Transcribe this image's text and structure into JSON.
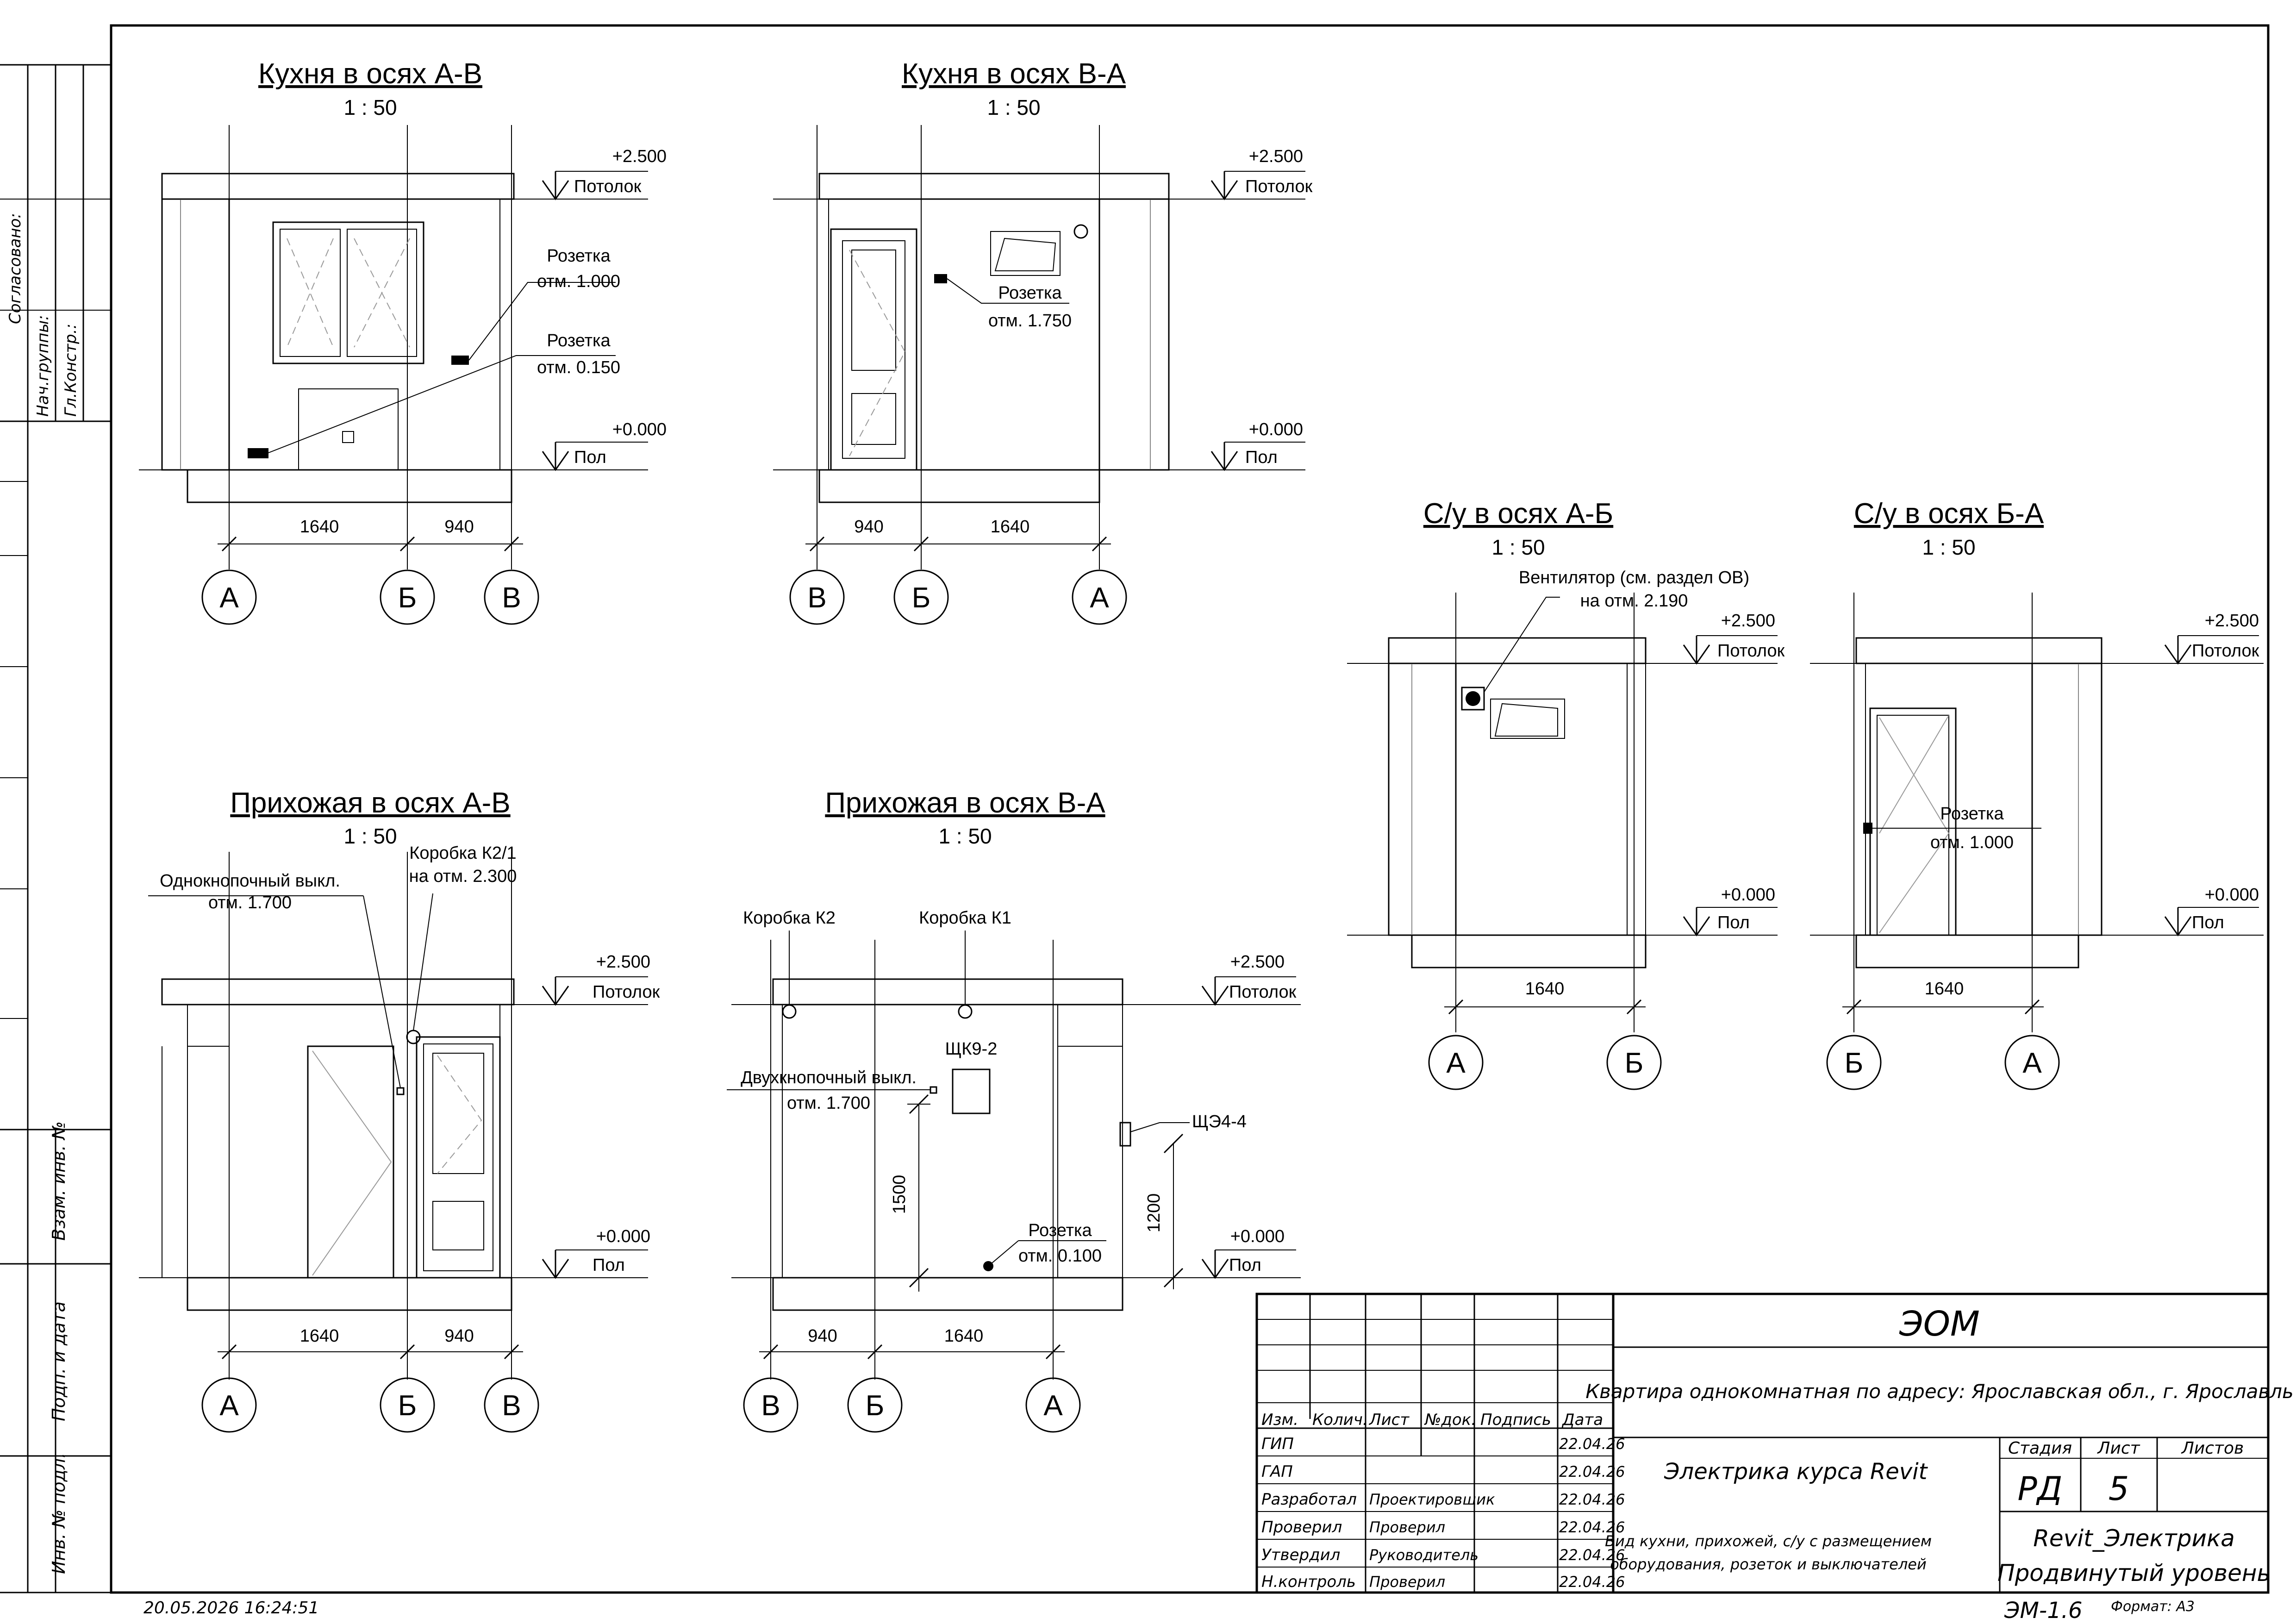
{
  "views": {
    "kitchen_ab": {
      "title": "Кухня в осях А-В",
      "scale": "1 : 50"
    },
    "kitchen_ba": {
      "title": "Кухня в осях В-А",
      "scale": "1 : 50"
    },
    "bath_ab": {
      "title": "С/у в осях А-Б",
      "scale": "1 : 50"
    },
    "bath_ba": {
      "title": "С/у в осях Б-А",
      "scale": "1 : 50"
    },
    "hall_ab": {
      "title": "Прихожая в осях А-В",
      "scale": "1 : 50"
    },
    "hall_ba": {
      "title": "Прихожая в осях В-А",
      "scale": "1 : 50"
    }
  },
  "levels": {
    "top_value": "+2.500",
    "top_name": "Потолок",
    "bottom_value": "+0.000",
    "bottom_name": "Пол"
  },
  "axes": {
    "a": "А",
    "b": "Б",
    "v": "В"
  },
  "dims": {
    "d1640": "1640",
    "d940": "940",
    "d1500": "1500",
    "d1200": "1200"
  },
  "tags": {
    "socket": "Розетка",
    "elev_1000": "отм. 1.000",
    "elev_0150": "отм. 0.150",
    "elev_1750": "отм. 1.750",
    "elev_0100": "отм. 0.100",
    "elev_1700": "отм. 1.700",
    "fan_1": "Вентилятор (см. раздел ОВ)",
    "fan_2": "на отм. 2.190",
    "switch_1": "Однокнопочный выкл.",
    "switch_2": "Двухкнопочный выкл.",
    "box_k21": "Коробка К2/1",
    "box_k21_elev": "на отм. 2.300",
    "box_k2": "Коробка К2",
    "box_k1": "Коробка К1",
    "panel_shk": "ЩК9-2",
    "panel_she": "ЩЭ4-4"
  },
  "side_stamp": {
    "agreed": "Согласовано:",
    "group_head": "Нач.группы:",
    "chief": "Гл.Констр.:",
    "replace": "Взам. инв. №",
    "sign_date": "Подп. и дата",
    "inv": "Инв. № подл."
  },
  "title_block": {
    "code": "ЭОМ",
    "address": "Квартира однокомнатная по адресу: Ярославская обл., г. Ярославль",
    "columns": [
      "Изм.",
      "Колич.",
      "Лист",
      "№док.",
      "Подпись",
      "Дата"
    ],
    "rows": [
      {
        "role": "ГИП",
        "name": "",
        "date": "22.04.26"
      },
      {
        "role": "ГАП",
        "name": "",
        "date": "22.04.26"
      },
      {
        "role": "Разработал",
        "name": "Проектировщик",
        "date": "22.04.26"
      },
      {
        "role": "Проверил",
        "name": "Проверил",
        "date": "22.04.26"
      },
      {
        "role": "Утвердил",
        "name": "Руководитель",
        "date": "22.04.26"
      },
      {
        "role": "Н.контроль",
        "name": "Проверил",
        "date": "22.04.26"
      }
    ],
    "project": "Электрика курса Revit",
    "sheet_desc_1": "Вид кухни, прихожей, с/у с размещением",
    "sheet_desc_2": "оборудования, розеток и выключателей",
    "stage_label": "Стадия",
    "sheet_label": "Лист",
    "sheets_label": "Листов",
    "stage": "РД",
    "sheet_no": "5",
    "org_1": "Revit_Электрика",
    "org_2": "Продвинутый уровень",
    "drawing_no": "ЭМ-1.6",
    "format": "Формат: А3",
    "timestamp": "20.05.2026 16:24:51"
  }
}
